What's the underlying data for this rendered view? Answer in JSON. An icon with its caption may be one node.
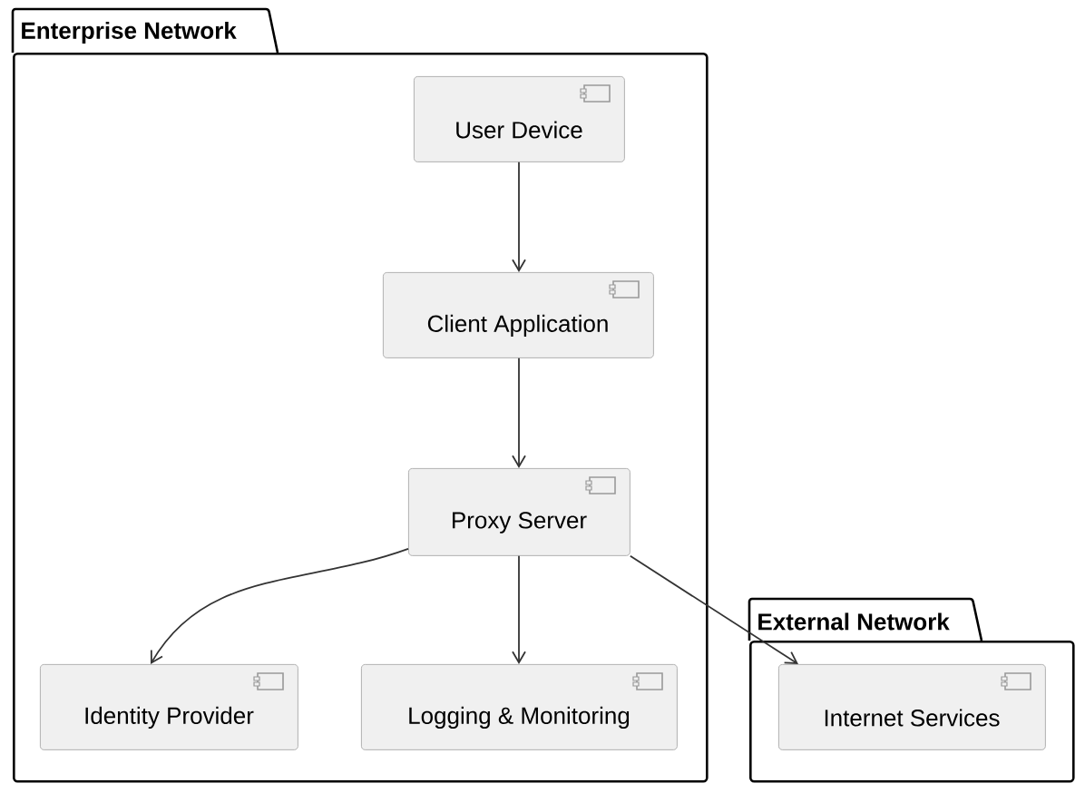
{
  "diagram": {
    "nodes": [
      {
        "text": [
          "Enterprise Network"
        ]
      },
      {
        "text": [
          "User Device"
        ],
        "in": 0
      },
      {
        "text": [
          "Client Application"
        ],
        "in": 0
      },
      {
        "text": [
          "Proxy Server"
        ],
        "in": 0
      },
      {
        "text": [
          "Identity Provider"
        ],
        "in": 0
      },
      {
        "text": [
          "Logging & Monitoring"
        ],
        "in": 0
      },
      {
        "text": [
          "External Network"
        ]
      },
      {
        "text": [
          "Internet Services"
        ],
        "in": 6
      }
    ],
    "edges": [
      {
        "from": 1,
        "to": 2,
        "arrow": "to"
      },
      {
        "from": 2,
        "to": 3,
        "arrow": "to"
      },
      {
        "from": 3,
        "to": 4,
        "arrow": "to"
      },
      {
        "from": 3,
        "to": 5,
        "arrow": "to"
      },
      {
        "from": 3,
        "to": 7,
        "arrow": "to"
      }
    ]
  }
}
